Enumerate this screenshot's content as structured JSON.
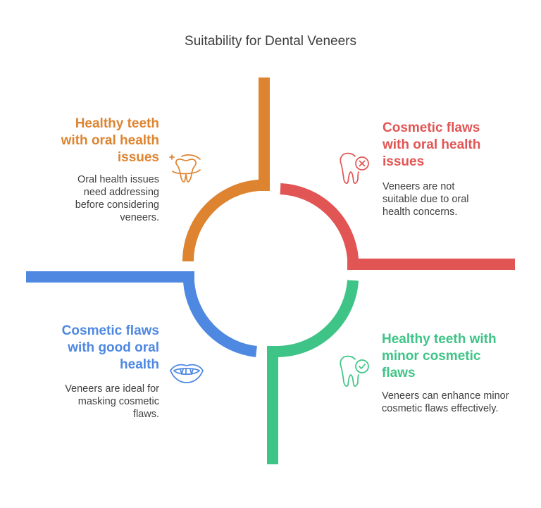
{
  "title": "Suitability for Dental Veneers",
  "colors": {
    "orange": "#DE8431",
    "red": "#E15554",
    "blue": "#4E88E1",
    "green": "#3EC486"
  },
  "quadrants": {
    "top_left": {
      "heading": "Healthy teeth with oral health issues",
      "description": "Oral health issues need addressing before considering veneers.",
      "icon": "tooth-sparkle-icon"
    },
    "top_right": {
      "heading": "Cosmetic flaws with oral health issues",
      "description": "Veneers are not suitable due to oral health concerns.",
      "icon": "tooth-cross-icon"
    },
    "bottom_left": {
      "heading": "Cosmetic flaws with good oral health",
      "description": "Veneers are ideal for masking cosmetic flaws.",
      "icon": "mouth-teeth-icon"
    },
    "bottom_right": {
      "heading": "Healthy teeth with minor cosmetic flaws",
      "description": "Veneers can enhance minor cosmetic flaws effectively.",
      "icon": "tooth-check-icon"
    }
  }
}
